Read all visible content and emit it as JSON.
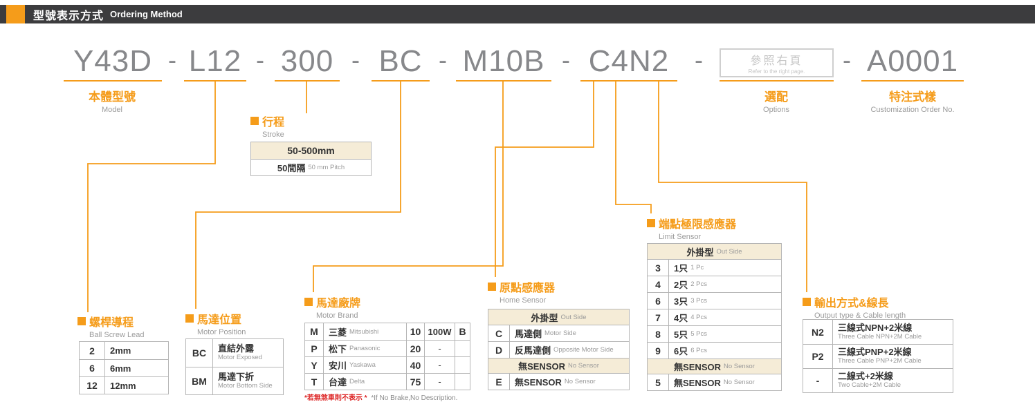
{
  "header": {
    "title_zh": "型號表示方式",
    "title_en": "Ordering Method"
  },
  "model_code": {
    "segments": [
      "Y43D",
      "L12",
      "300",
      "BC",
      "M10B",
      "C4N2"
    ],
    "separator": "-",
    "options_box": {
      "zh": "參照右頁",
      "en": "Refer to the right page."
    },
    "custom_segment": "A0001"
  },
  "labels": {
    "model": {
      "zh": "本體型號",
      "en": "Model"
    },
    "options": {
      "zh": "選配",
      "en": "Options"
    },
    "custom": {
      "zh": "特注式樣",
      "en": "Customization Order No."
    }
  },
  "stroke": {
    "title_zh": "行程",
    "title_en": "Stroke",
    "range": "50-500mm",
    "pitch_zh": "50間隔",
    "pitch_en": "50 mm Pitch"
  },
  "ball_screw_lead": {
    "title_zh": "螺桿導程",
    "title_en": "Ball Screw Lead",
    "rows": [
      {
        "code": "2",
        "value": "2mm"
      },
      {
        "code": "6",
        "value": "6mm"
      },
      {
        "code": "12",
        "value": "12mm"
      }
    ]
  },
  "motor_position": {
    "title_zh": "馬達位置",
    "title_en": "Motor Position",
    "rows": [
      {
        "code": "BC",
        "zh": "直結外露",
        "en": "Motor Exposed"
      },
      {
        "code": "BM",
        "zh": "馬達下折",
        "en": "Motor Bottom Side"
      }
    ]
  },
  "motor_brand": {
    "title_zh": "馬達廠牌",
    "title_en": "Motor Brand",
    "rows": [
      {
        "code": "M",
        "zh": "三菱",
        "en": "Mitsubishi",
        "power_code": "10",
        "power": "100W",
        "brake": "B"
      },
      {
        "code": "P",
        "zh": "松下",
        "en": "Panasonic",
        "power_code": "20",
        "power": "-",
        "brake": ""
      },
      {
        "code": "Y",
        "zh": "安川",
        "en": "Yaskawa",
        "power_code": "40",
        "power": "-",
        "brake": ""
      },
      {
        "code": "T",
        "zh": "台達",
        "en": "Delta",
        "power_code": "75",
        "power": "-",
        "brake": ""
      }
    ],
    "note_zh": "*若無煞車則不表示 *",
    "note_en": "*If No Brake,No Description."
  },
  "home_sensor": {
    "title_zh": "原點感應器",
    "title_en": "Home Sensor",
    "header_zh": "外掛型",
    "header_en": "Out Side",
    "rows": [
      {
        "code": "C",
        "zh": "馬達側",
        "en": "Motor Side"
      },
      {
        "code": "D",
        "zh": "反馬達側",
        "en": "Opposite Motor Side"
      }
    ],
    "divider_zh": "無SENSOR",
    "divider_en": "No Sensor",
    "no_sensor_row": {
      "code": "E",
      "zh": "無SENSOR",
      "en": "No Sensor"
    }
  },
  "limit_sensor": {
    "title_zh": "端點極限感應器",
    "title_en": "Limit Sensor",
    "header_zh": "外掛型",
    "header_en": "Out Side",
    "rows": [
      {
        "code": "3",
        "zh": "1只",
        "en": "1 Pc"
      },
      {
        "code": "4",
        "zh": "2只",
        "en": "2 Pcs"
      },
      {
        "code": "6",
        "zh": "3只",
        "en": "3 Pcs"
      },
      {
        "code": "7",
        "zh": "4只",
        "en": "4 Pcs"
      },
      {
        "code": "8",
        "zh": "5只",
        "en": "5 Pcs"
      },
      {
        "code": "9",
        "zh": "6只",
        "en": "6 Pcs"
      }
    ],
    "divider_zh": "無SENSOR",
    "divider_en": "No Sensor",
    "no_sensor_row": {
      "code": "5",
      "zh": "無SENSOR",
      "en": "No Sensor"
    }
  },
  "output": {
    "title_zh": "輸出方式&線長",
    "title_en": "Output type & Cable length",
    "rows": [
      {
        "code": "N2",
        "zh": "三線式NPN+2米線",
        "en": "Three Cable NPN+2M Cable"
      },
      {
        "code": "P2",
        "zh": "三線式PNP+2米線",
        "en": "Three Cable PNP+2M Cable"
      },
      {
        "code": "-",
        "zh": "二線式+2米線",
        "en": "Two Cable+2M Cable"
      }
    ]
  },
  "colors": {
    "accent": "#F59C1A",
    "header_bg": "#3C3C3E",
    "model_text": "#87888B",
    "table_beige": "#F5ECD7",
    "note_red": "#DD2222",
    "border_gray": "#B5B5B5"
  }
}
